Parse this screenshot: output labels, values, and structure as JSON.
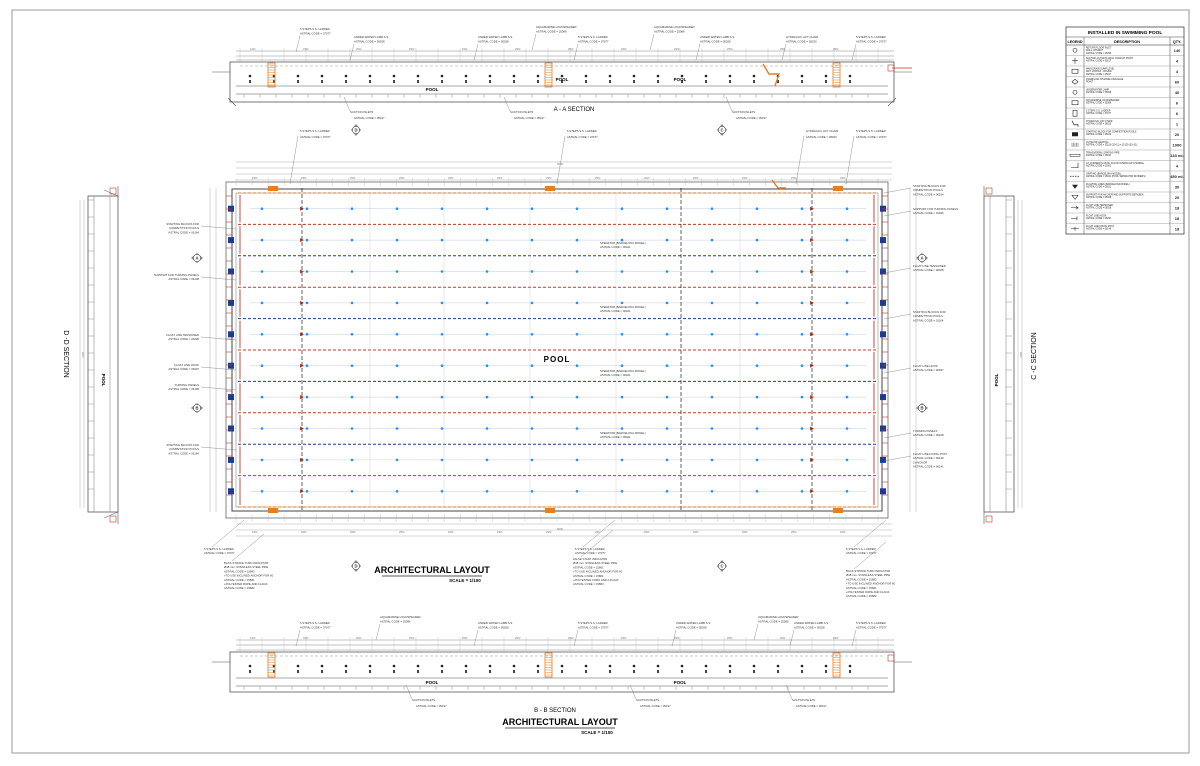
{
  "drawing": {
    "pool_label": "POOL",
    "main_title": "ARCHITECTURAL LAYOUT",
    "main_scale": "SCALE = 1/100",
    "bottom_title": "ARCHITECTURAL LAYOUT",
    "bottom_scale": "SCALE = 1/100"
  },
  "sections": {
    "aa": {
      "title": "A - A SECTION",
      "marker": "A",
      "pool_labels": [
        "POOL",
        "POOL",
        "POOL"
      ]
    },
    "bb": {
      "title": "B - B SECTION",
      "marker": "B",
      "pool_labels": [
        "POOL",
        "POOL"
      ]
    },
    "cc": {
      "title": "C -C SECTION",
      "marker": "C"
    },
    "dd": {
      "title": "D -D SECTION",
      "marker": "D"
    }
  },
  "top_callouts": [
    {
      "name": "5 STEPS S.S. LADDER",
      "code": "ASTRAL CODE = 07077"
    },
    {
      "name": "UNDER WATER LAMB S.S.",
      "code": "ASTRAL CODE = 05028"
    },
    {
      "name": "UNDER WATER LAMB S.S.",
      "code": "ASTRAL CODE = 05028"
    },
    {
      "name": "AQUAMARINE LOUDSPEAKER",
      "code": "ASTRAL CODE = 25086"
    },
    {
      "name": "5 STEPS S.S. LADDER",
      "code": "ASTRAL CODE = 07077"
    },
    {
      "name": "AQUAMARINE LOUDSPEAKER",
      "code": "ASTRAL CODE = 25086"
    },
    {
      "name": "UNDER WATER LAMB S.S.",
      "code": "ASTRAL CODE = 05028"
    },
    {
      "name": "HYDRAULIC LIFT CHAIR",
      "code": "ASTRAL CODE = 28020"
    },
    {
      "name": "5 STEPS S.S. LADDER",
      "code": "ASTRAL CODE = 07077"
    }
  ],
  "top_bottom_callouts": [
    {
      "name": "SUCTION INLETS",
      "code": "ASTRAL CODE = 05017"
    },
    {
      "name": "SUCTION INLETS",
      "code": "ASTRAL CODE = 05017"
    },
    {
      "name": "SUCTION INLETS",
      "code": "ASTRAL CODE = 05017"
    }
  ],
  "plan_top_callouts": [
    {
      "name": "5 STEPS S.S. LADDER",
      "code": "ASTRAL CODE = 07077"
    },
    {
      "name": "5 STEPS S.S. LADDER",
      "code": "ASTRAL CODE = 07077"
    },
    {
      "name": "HYDRAULIC LIFT CHAIR",
      "code": "ASTRAL CODE = 28020"
    },
    {
      "name": "5 STEPS S.S. LADDER",
      "code": "ASTRAL CODE = 07077"
    }
  ],
  "left_callouts": [
    {
      "lines": [
        "STARTING BLOCKS FOR",
        "COMPETITION POOLS",
        "ASTRAL CODE = 06164"
      ]
    },
    {
      "lines": [
        "SUPPORT FOR TURNING PANELS",
        "ASTRAL CODE = 06108"
      ]
    },
    {
      "lines": [
        "FLOAT LINE TENSIONER",
        "ASTRAL CODE = 06028"
      ]
    },
    {
      "lines": [
        "FLOAT LINE HOOK",
        "ASTRAL CODE = 06097"
      ]
    },
    {
      "lines": [
        "TURNING PANELS",
        "ASTRAL CODE = 06108"
      ]
    },
    {
      "lines": [
        "STARTING BLOCKS FOR",
        "COMPETITION POOLS",
        "ASTRAL CODE = 06164"
      ]
    }
  ],
  "right_callouts": [
    {
      "lines": [
        "STARTING BLOCKS FOR",
        "COMPETITION POOLS",
        "ASTRAL CODE = 06164"
      ]
    },
    {
      "lines": [
        "SUPPORT FOR TURNING PANELS",
        "ASTRAL CODE = 01026"
      ]
    },
    {
      "lines": [
        "FLOAT LINE TENSIONER",
        "ASTRAL CODE = 06028"
      ]
    },
    {
      "lines": [
        "STARTING BLOCKS FOR",
        "COMPETITION POOLS",
        "ASTRAL CODE = 01164"
      ]
    },
    {
      "lines": [
        "FLOAT LINE HOOK",
        "ASTRAL CODE = 06097"
      ]
    },
    {
      "lines": [
        "TURNING PANELS",
        "ASTRAL CODE = 06108"
      ]
    },
    {
      "lines": [
        "FLOAT LINE FIXING POST",
        "ASTRAL CODE = 06140",
        "3 ANCHOR",
        "ASTRAL CODE = 06141"
      ]
    }
  ],
  "separators": [
    {
      "lines": [
        "SPERATOR (BARCELONA MODEL)",
        "ASTRAL CODE = 06021"
      ]
    },
    {
      "lines": [
        "SPERATOR (BARCELONA MODEL)",
        "ASTRAL CODE = 06021"
      ]
    },
    {
      "lines": [
        "SPERATOR (BARCELONA MODEL)",
        "ASTRAL CODE = 06021"
      ]
    },
    {
      "lines": [
        "SPERATOR (BARCELONA MODEL)",
        "ASTRAL CODE = 06021"
      ]
    }
  ],
  "plan_bottom_callouts": [
    {
      "lines": [
        "5 STEPS S.S. LADDER",
        "ASTRAL CODE = 07077"
      ]
    },
    {
      "lines": [
        "BACK STROKE TURN INDICATOR",
        "Ø48 mm. STAINLESS STEEL PIPE",
        "ASTRAL CODE = 15883",
        "+TO USE INCLINED ANCHOR FOR 60",
        "ASTRAL CODE = 15861",
        "+POLYESTER ROPE AND FLAGS",
        "ASTRAL CODE = 15882"
      ]
    },
    {
      "lines": [
        "5 STEPS S.S. LADDER",
        "ASTRAL CODE = 07077"
      ]
    },
    {
      "lines": [
        "FALSE START INDICATOR",
        "Ø48 mm. STAINLESS STEEL PIPE",
        "ASTRAL CODE = 15861",
        "+TO USE INCLINED ANCHOR FOR 60",
        "ASTRAL CODE = 15861",
        "+POLYESTER CORD AND A FLOAT",
        "ASTRAL CODE = 15884"
      ]
    },
    {
      "lines": [
        "5 STEPS S.S. LADDER",
        "ASTRAL CODE = 07077"
      ]
    },
    {
      "lines": [
        "BACK STROKE TURN INDICATOR",
        "Ø48 mm. STAINLESS STEEL PIPE",
        "ASTRAL CODE = 15883",
        "+TO USE INCLINED ANCHOR FOR 60",
        "ASTRAL CODE = 15861",
        "+POLYESTER ROPE AND FLAGS",
        "ASTRAL CODE = 15882"
      ]
    }
  ],
  "bb_top_callouts": [
    {
      "name": "5 STEPS S.S. LADDER",
      "code": "ASTRAL CODE = 07077"
    },
    {
      "name": "AQUAMARINE LOUDSPEAKER",
      "code": "ASTRAL CODE = 25086"
    },
    {
      "name": "UNDER WATER LAMB S.S.",
      "code": "ASTRAL CODE = 05028"
    },
    {
      "name": "5 STEPS S.S. LADDER",
      "code": "ASTRAL CODE = 07077"
    },
    {
      "name": "UNDER WATER LAMB S.S.",
      "code": "ASTRAL CODE = 05028"
    },
    {
      "name": "AQUAMARINE LOUDSPEAKER",
      "code": "ASTRAL CODE = 25086"
    },
    {
      "name": "UNDER WATER LAMB S.S.",
      "code": "ASTRAL CODE = 05028"
    },
    {
      "name": "5 STEPS S.S. LADDER",
      "code": "ASTRAL CODE = 07077"
    }
  ],
  "bb_bottom_callouts": [
    {
      "name": "SUCTION INLETS",
      "code": "ASTRAL CODE = 05017"
    },
    {
      "name": "SUCTION INLETS",
      "code": "ASTRAL CODE = 05017"
    },
    {
      "name": "SUCTION INLETS",
      "code": "ASTRAL CODE = 05017"
    }
  ],
  "legend": {
    "title": "INSTALLED IN SWIMMING POOL",
    "headers": [
      "LEGEND",
      "DESCRIPTION",
      "QTY."
    ],
    "rows": [
      {
        "desc": [
          "RETURN FLOOR INLET",
          "WALL CONDUIT",
          "ASTRAL CODE = 05090"
        ],
        "qty": "140"
      },
      {
        "desc": [
          "SUCTION OUTLETS WALL CONDUIT POINT",
          "ASTRAL CODE = 05017"
        ],
        "qty": "4"
      },
      {
        "desc": [
          "MAIN DRAIN SUMP LEVEL",
          "ANTI VORTEX - ROUND",
          "ASTRAL CODE = 05017"
        ],
        "qty": "4"
      },
      {
        "desc": [
          "OVERFLOW CHANNEL DRAINAGE",
          "POINT"
        ],
        "qty": "60"
      },
      {
        "desc": [
          "UNDERWATER LAMP",
          "ASTRAL CODE = 05028"
        ],
        "qty": "40"
      },
      {
        "desc": [
          "AQUAMARINE LOUDSPEAKER",
          "ASTRAL CODE = 25086"
        ],
        "qty": "6"
      },
      {
        "desc": [
          "5 STEPS S.S. LADDER",
          "ASTRAL CODE = 07077"
        ],
        "qty": "6"
      },
      {
        "desc": [
          "HYDRAULIC LIFT CHAIR",
          "ASTRAL CODE = 28020"
        ],
        "qty": "1"
      },
      {
        "desc": [
          "STARTING BLOCK FOR COMPETITION POOLS",
          "ASTRAL CODE = 06164"
        ],
        "qty": "20"
      },
      {
        "desc": [
          "OUTFLOW GRATING",
          "ASTRAL CODE = 32119 (32+11) = 32129 (32+21)"
        ],
        "qty": "1000"
      },
      {
        "desc": [
          "TRANSVERSAL GRATING PIPE",
          "ASTRAL CODE = 35118"
        ],
        "qty": "133 ml."
      },
      {
        "desc": [
          "GY CORNER PLASTIC FLOOR OVERFLOW CHANNEL",
          "ASTRAL CODE = 31951"
        ],
        "qty": "4"
      },
      {
        "desc": [
          "GRATING (BARCELONA MODEL)",
          "ASTRAL CODE = 06021 (POOL SEPARATOR DIVIDERS)"
        ],
        "qty": "450 ml."
      },
      {
        "desc": [
          "FLOATING LINES (BARCELONA MODEL)",
          "ASTRAL CODE = 06021"
        ],
        "qty": "30"
      },
      {
        "desc": [
          "SUPPORT FOR ANCHOR AND SUPPORTS BETWEEN",
          "ASTRAL CODE = 06028"
        ],
        "qty": "20"
      },
      {
        "desc": [
          "FLOAT LINE TENSIONER",
          "ASTRAL CODE = 06028"
        ],
        "qty": "18"
      },
      {
        "desc": [
          "FLOAT LINE HOOK",
          "ASTRAL CODE = 06097"
        ],
        "qty": "18"
      },
      {
        "desc": [
          "FLOAT LINE FIXING POST",
          "ASTRAL CODE = 06140"
        ],
        "qty": "18"
      }
    ]
  }
}
